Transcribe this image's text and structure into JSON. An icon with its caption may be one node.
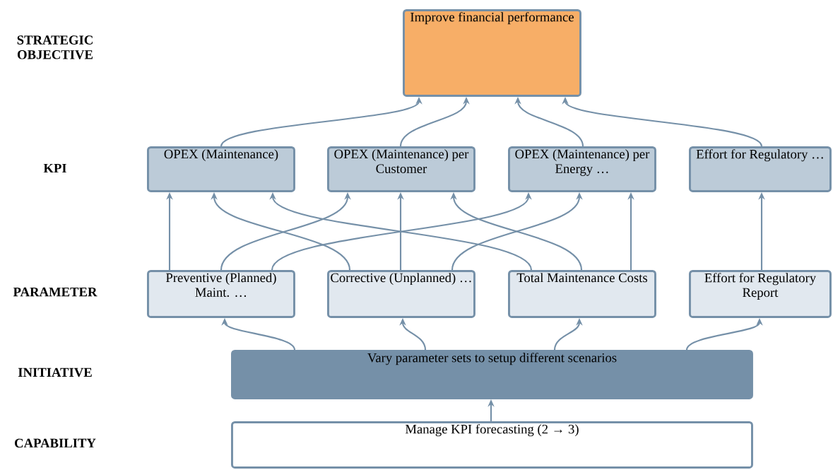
{
  "diagram": {
    "nodes": [
      {
        "text": [
          "Improve financial performance"
        ]
      },
      {
        "text": [
          "OPEX (Maintenance)"
        ]
      },
      {
        "text": [
          "OPEX (Maintenance) per Customer"
        ]
      },
      {
        "text": [
          "OPEX (Maintenance) per Energy …"
        ]
      },
      {
        "text": [
          "Effort for Regulatory …"
        ]
      },
      {
        "text": [
          "Preventive (Planned) Maint. …"
        ]
      },
      {
        "text": [
          "Corrective (Unplanned) …"
        ]
      },
      {
        "text": [
          "Total Maintenance Costs"
        ]
      },
      {
        "text": [
          "Effort for Regulatory Report"
        ]
      },
      {
        "text": [
          "Vary parameter sets to setup different scenarios"
        ]
      },
      {
        "text": [
          "Manage KPI forecasting (2 → 3)"
        ]
      }
    ],
    "edges": [
      {
        "from": 1,
        "to": 0,
        "arrow": "to"
      },
      {
        "from": 2,
        "to": 0,
        "arrow": "to"
      },
      {
        "from": 3,
        "to": 0,
        "arrow": "to"
      },
      {
        "from": 4,
        "to": 0,
        "arrow": "to"
      },
      {
        "from": 5,
        "to": 1,
        "arrow": "to"
      },
      {
        "from": 5,
        "to": 2,
        "arrow": "to"
      },
      {
        "from": 5,
        "to": 3,
        "arrow": "to"
      },
      {
        "from": 6,
        "to": 1,
        "arrow": "to"
      },
      {
        "from": 6,
        "to": 2,
        "arrow": "to"
      },
      {
        "from": 6,
        "to": 3,
        "arrow": "to"
      },
      {
        "from": 7,
        "to": 1,
        "arrow": "to"
      },
      {
        "from": 7,
        "to": 2,
        "arrow": "to"
      },
      {
        "from": 7,
        "to": 3,
        "arrow": "to"
      },
      {
        "from": 8,
        "to": 4,
        "arrow": "to"
      },
      {
        "from": 9,
        "to": 5,
        "arrow": "to"
      },
      {
        "from": 9,
        "to": 6,
        "arrow": "to"
      },
      {
        "from": 9,
        "to": 7,
        "arrow": "to"
      },
      {
        "from": 9,
        "to": 8,
        "arrow": "to"
      },
      {
        "from": 10,
        "to": 9,
        "arrow": "to"
      }
    ],
    "labels": [
      "STRATEGIC OBJECTIVE",
      "KPI",
      "PARAMETER",
      "INITIATIVE",
      "CAPABILITY"
    ]
  }
}
